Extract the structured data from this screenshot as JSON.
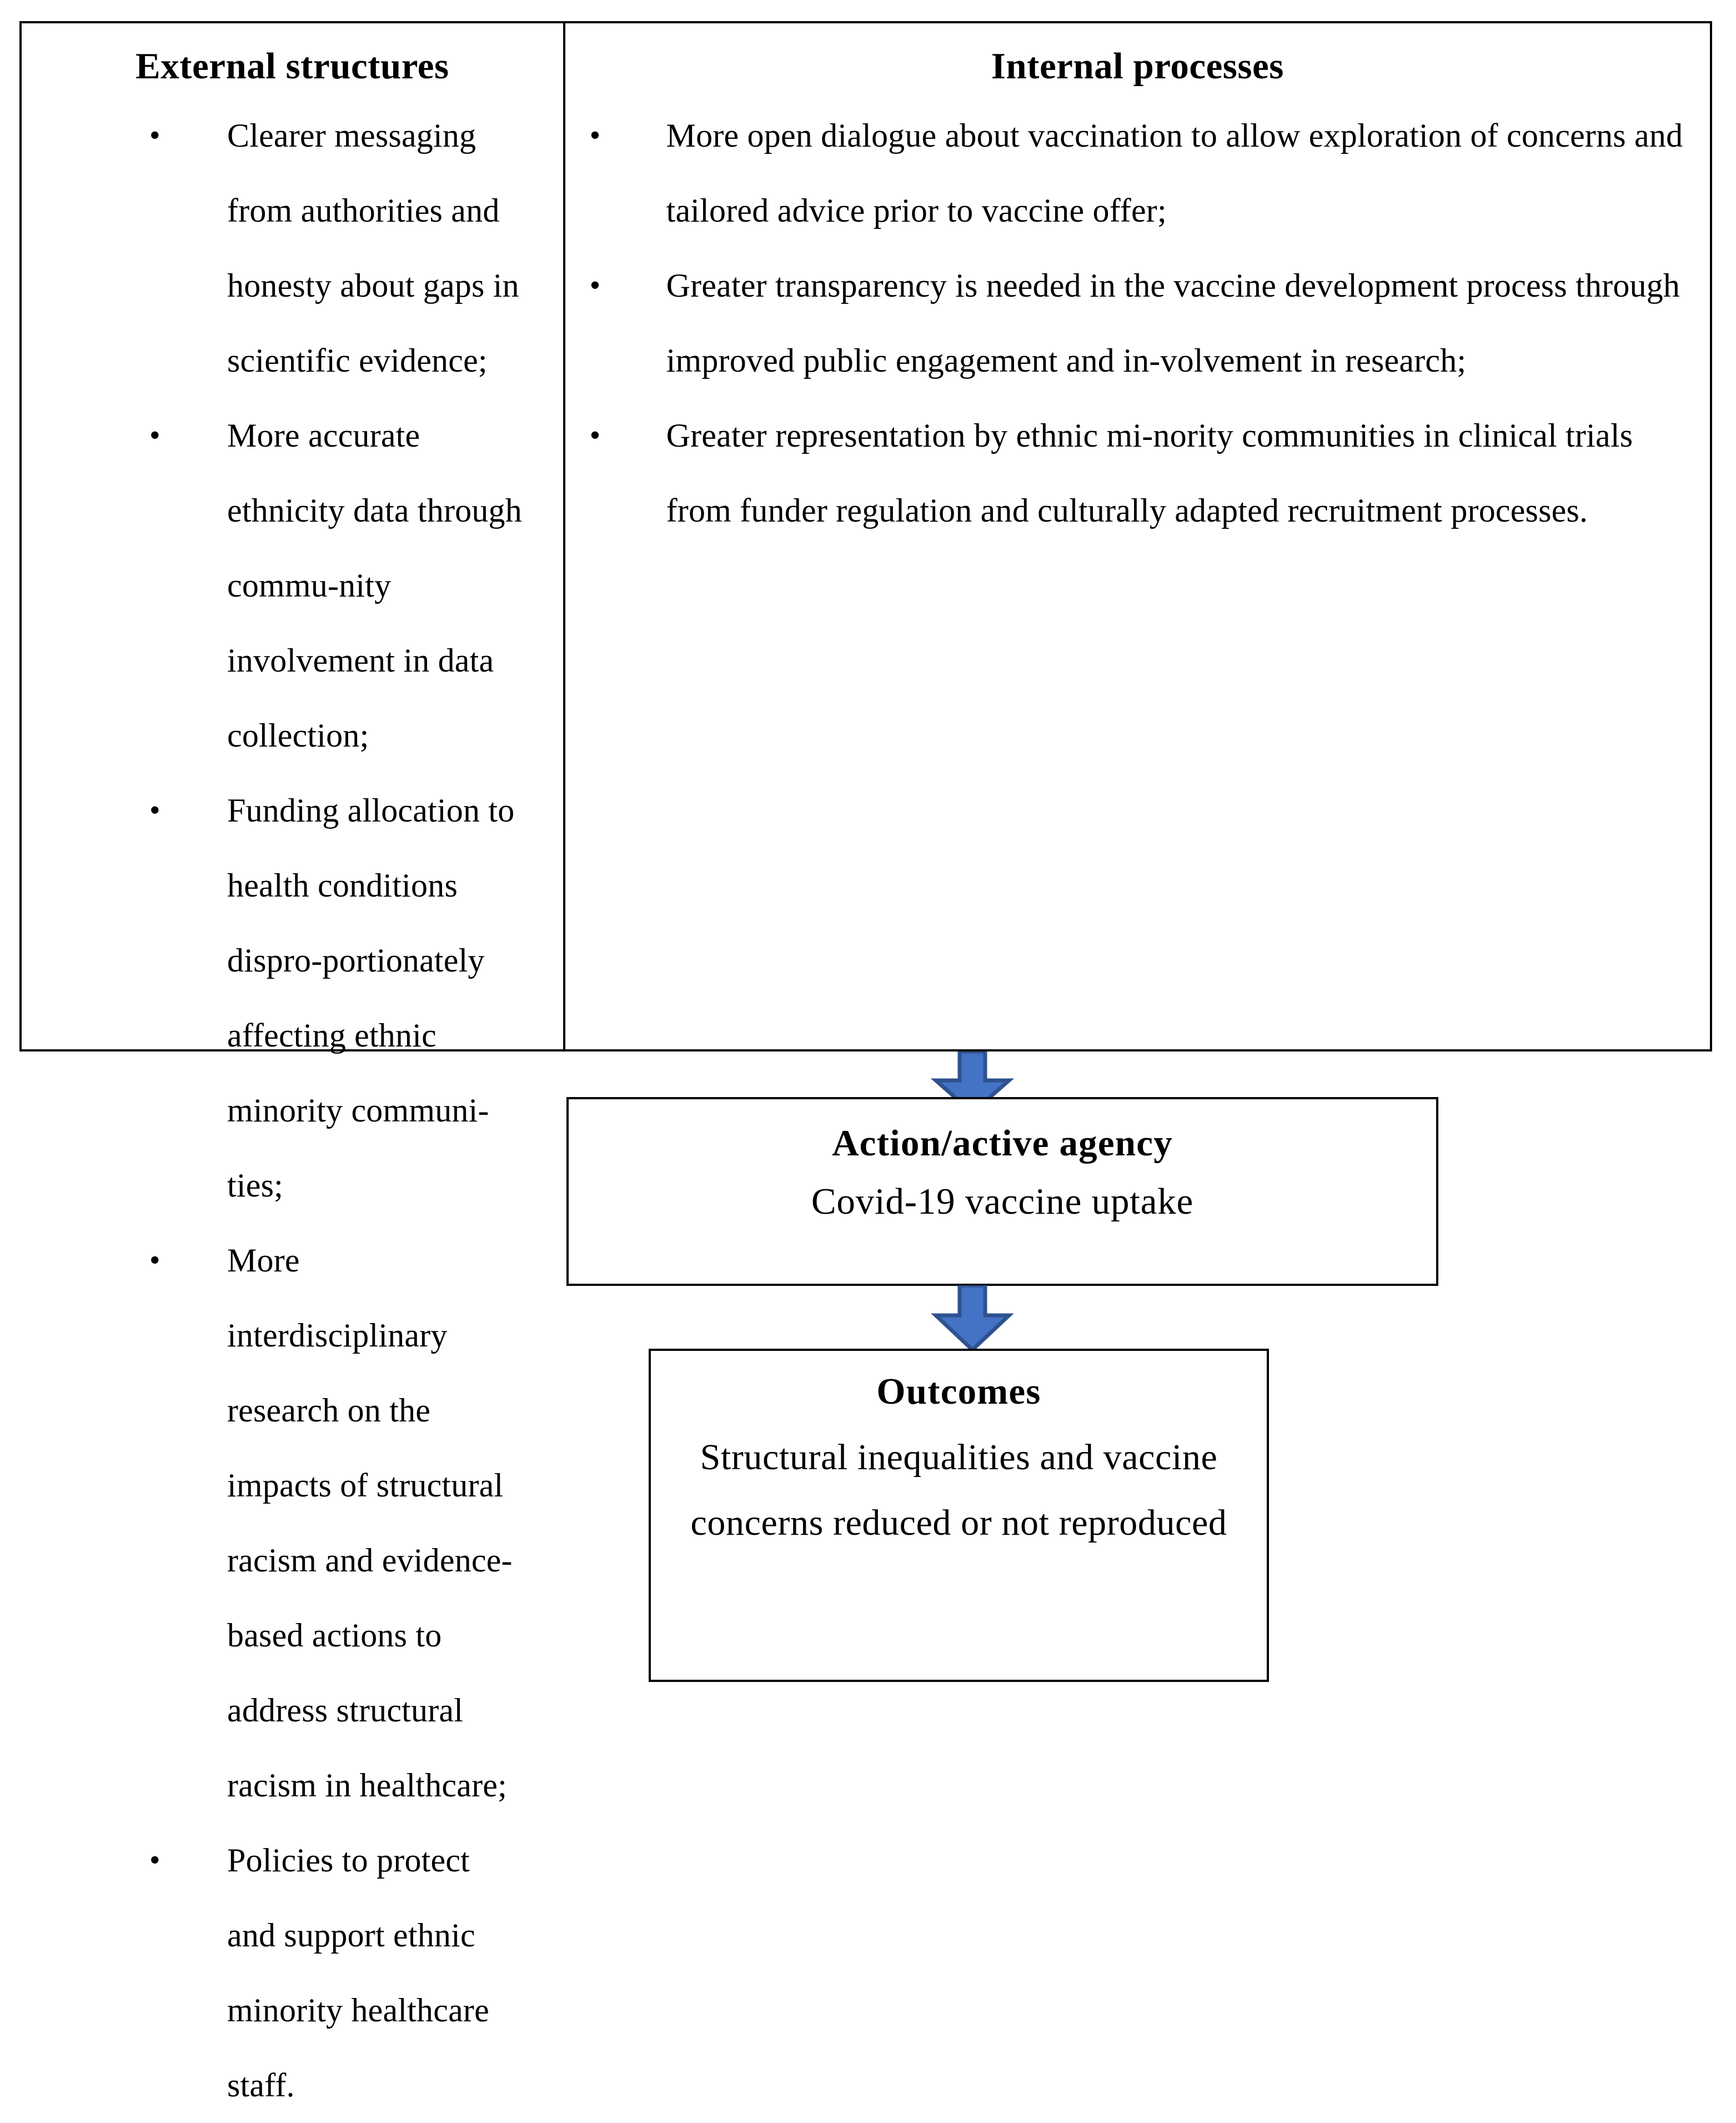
{
  "diagram": {
    "title_left": "External structures",
    "title_right": "Internal processes",
    "accent_color": "#4472C4",
    "accent_outline_color": "#2E528F",
    "border_color": "#000000",
    "background_color": "#FFFFFF"
  },
  "columns": {
    "external": {
      "heading": "External structures",
      "bullet_glyph": "•",
      "items": [
        "Clearer messaging from authorities and honesty about gaps in scientific evidence;",
        "More accurate ethnicity data through commu-nity involvement in data collection;",
        "Funding allocation to health conditions dispro-portionately affecting ethnic minority communi-ties;",
        "More interdisciplinary research on the impacts of structural racism and evidence-based actions to address structural racism in healthcare;",
        "Policies to protect and support ethnic minority healthcare staff."
      ]
    },
    "internal": {
      "heading": "Internal processes",
      "bullet_glyph": "•",
      "items": [
        "More open dialogue about vaccination to allow exploration of concerns and tailored advice prior to vaccine offer;",
        "Greater transparency is needed in the vaccine development process through improved public engagement and in-volvement in research;",
        "Greater representation by ethnic mi-nority communities in clinical trials from funder regulation and culturally adapted recruitment processes."
      ]
    }
  },
  "flow": {
    "arrow_top": "down-arrow",
    "arrow_bottom": "down-arrow",
    "action_box": {
      "title": "Action/active  agency",
      "body": "Covid-19  vaccine uptake"
    },
    "outcomes_box": {
      "title": "Outcomes",
      "body": "Structural  inequalities  and vaccine  concerns reduced or not reproduced"
    }
  }
}
